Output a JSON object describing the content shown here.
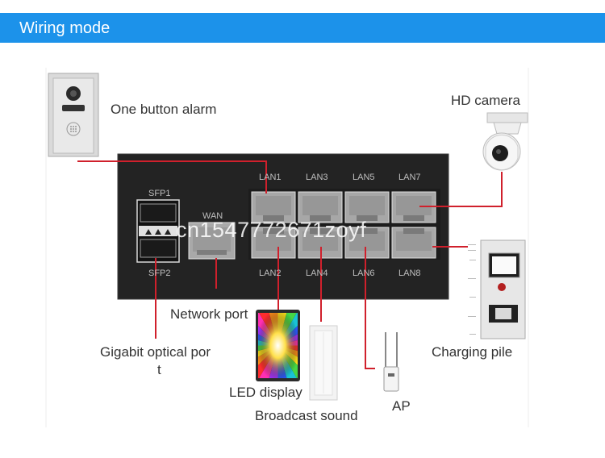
{
  "header": {
    "title": "Wiring mode"
  },
  "devices": {
    "alarm": "One button alarm",
    "camera": "HD camera",
    "network_port": "Network port",
    "gigabit_line1": "Gigabit optical por",
    "gigabit_line2": "t",
    "charging_pile": "Charging pile",
    "led_display": "LED display",
    "broadcast": "Broadcast sound",
    "ap": "AP"
  },
  "switch": {
    "sfp_top": "SFP1",
    "sfp_bottom": "SFP2",
    "wan": "WAN",
    "lan_top": [
      "LAN1",
      "LAN3",
      "LAN5",
      "LAN7"
    ],
    "lan_bottom": [
      "LAN2",
      "LAN4",
      "LAN6",
      "LAN8"
    ]
  },
  "watermark": "cn1547772671zoyf",
  "colors": {
    "header": "#1c92ea",
    "cable": "#d0202c",
    "switch_body": "#232323"
  }
}
